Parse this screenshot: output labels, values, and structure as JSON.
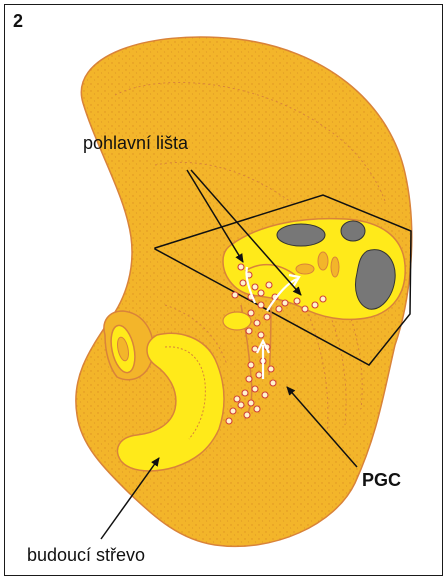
{
  "figure": {
    "panel_number": "2"
  },
  "labels": {
    "genital_ridge": "pohlavní lišta",
    "pgc": "PGC",
    "future_gut": "budoucí střevo"
  },
  "colors": {
    "embryo_fill": "#f3b52a",
    "embryo_outline": "#d9833a",
    "section_fill": "#ffea1a",
    "section_cavity": "#777777",
    "cell_outline": "#d0403a",
    "arrow": "#111111"
  }
}
